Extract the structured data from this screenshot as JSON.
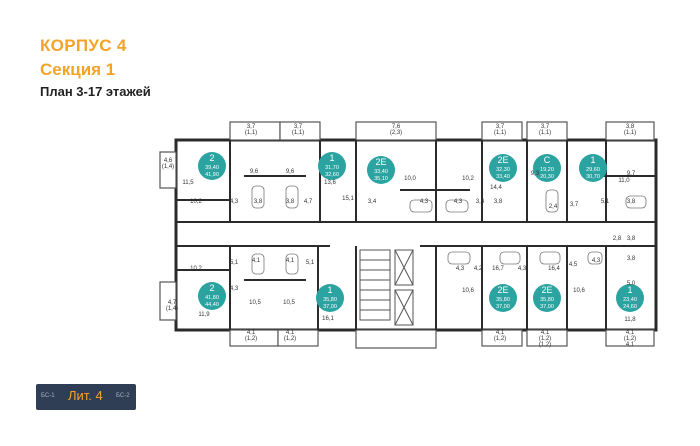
{
  "header": {
    "title": "КОРПУС 4",
    "section": "Секция 1",
    "plan": "План 3-17 этажей"
  },
  "colors": {
    "accent": "#f3a32a",
    "teal": "#2aa3a1",
    "wall": "#2b2b2b",
    "badge_bg": "#2f3d55"
  },
  "apartments": [
    {
      "rooms": "2",
      "a1": "39,40",
      "a2": "41,90"
    },
    {
      "rooms": "1",
      "a1": "31,70",
      "a2": "32,60"
    },
    {
      "rooms": "2Е",
      "a1": "33,40",
      "a2": "35,10"
    },
    {
      "rooms": "2Е",
      "a1": "32,30",
      "a2": "33,40"
    },
    {
      "rooms": "С",
      "a1": "19,20",
      "a2": "20,30"
    },
    {
      "rooms": "1",
      "a1": "29,60",
      "a2": "30,70"
    },
    {
      "rooms": "2",
      "a1": "41,80",
      "a2": "44,40"
    },
    {
      "rooms": "1",
      "a1": "35,80",
      "a2": "37,00"
    },
    {
      "rooms": "2Е",
      "a1": "35,80",
      "a2": "37,00"
    },
    {
      "rooms": "2Е",
      "a1": "35,80",
      "a2": "37,00"
    },
    {
      "rooms": "1",
      "a1": "23,40",
      "a2": "24,60"
    }
  ],
  "room_labels": [
    {
      "t": "3,7"
    },
    {
      "t": "(1,1)"
    },
    {
      "t": "3,7"
    },
    {
      "t": "(1,1)"
    },
    {
      "t": "7,6"
    },
    {
      "t": "(2,3)"
    },
    {
      "t": "3,7"
    },
    {
      "t": "(1,1)"
    },
    {
      "t": "3,7"
    },
    {
      "t": "(1,1)"
    },
    {
      "t": "3,8"
    },
    {
      "t": "(1,1)"
    },
    {
      "t": "4,6"
    },
    {
      "t": "(1,4)"
    },
    {
      "t": "11,5"
    },
    {
      "t": "9,6"
    },
    {
      "t": "9,6"
    },
    {
      "t": "13,6"
    },
    {
      "t": "10,0"
    },
    {
      "t": "10,2"
    },
    {
      "t": "14,4"
    },
    {
      "t": "9,3"
    },
    {
      "t": "11,0"
    },
    {
      "t": "9,7"
    },
    {
      "t": "10,2"
    },
    {
      "t": "4,3"
    },
    {
      "t": "3,8"
    },
    {
      "t": "3,8"
    },
    {
      "t": "4,7"
    },
    {
      "t": "15,1"
    },
    {
      "t": "3,4"
    },
    {
      "t": "4,3"
    },
    {
      "t": "4,3"
    },
    {
      "t": "3,4"
    },
    {
      "t": "3,8"
    },
    {
      "t": "2,4"
    },
    {
      "t": "3,7"
    },
    {
      "t": "5,1"
    },
    {
      "t": "3,8"
    },
    {
      "t": "2,8"
    },
    {
      "t": "3,8"
    },
    {
      "t": "10,2"
    },
    {
      "t": "5,1"
    },
    {
      "t": "4,1"
    },
    {
      "t": "4,1"
    },
    {
      "t": "5,1"
    },
    {
      "t": "4,3"
    },
    {
      "t": "4,2"
    },
    {
      "t": "16,7"
    },
    {
      "t": "4,3"
    },
    {
      "t": "16,4"
    },
    {
      "t": "4,5"
    },
    {
      "t": "4,3"
    },
    {
      "t": "3,8"
    },
    {
      "t": "5,0"
    },
    {
      "t": "4,7"
    },
    {
      "t": "(1,4)"
    },
    {
      "t": "4,3"
    },
    {
      "t": "10,5"
    },
    {
      "t": "10,5"
    },
    {
      "t": "10,6"
    },
    {
      "t": "10,6"
    },
    {
      "t": "11,9"
    },
    {
      "t": "16,1"
    },
    {
      "t": "11,8"
    },
    {
      "t": "4,1"
    },
    {
      "t": "(1,2)"
    },
    {
      "t": "4,1"
    },
    {
      "t": "(1,2)"
    },
    {
      "t": "4,1"
    },
    {
      "t": "(1,2)"
    },
    {
      "t": "4,1"
    },
    {
      "t": "(1,2)"
    },
    {
      "t": "4,1"
    },
    {
      "t": "(1,2)"
    },
    {
      "t": "4,1"
    },
    {
      "t": "(1,2)"
    }
  ],
  "badge": {
    "label": "Лит. 4",
    "left": "БС-1",
    "right": "БС-2"
  }
}
